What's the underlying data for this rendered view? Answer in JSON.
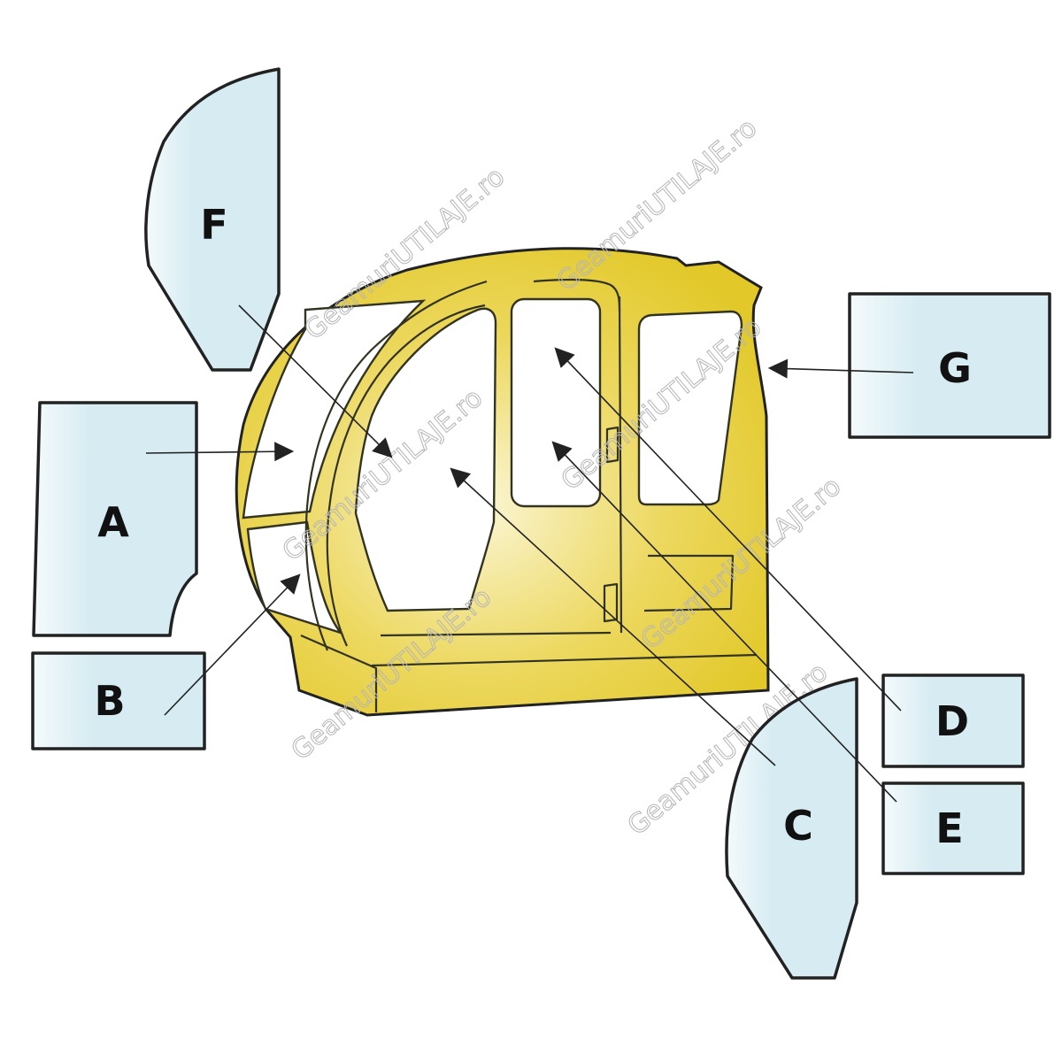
{
  "watermark": "GeamuriUTILAJE.ro",
  "colors": {
    "glass_fill": "#d6ecf2",
    "glass_edge": "#f4fafc",
    "cab_yellow": "#e2c829",
    "cab_light": "#fbf6d6",
    "outline": "#222222"
  },
  "panels": {
    "A": {
      "label": "A"
    },
    "B": {
      "label": "B"
    },
    "C": {
      "label": "C"
    },
    "D": {
      "label": "D"
    },
    "E": {
      "label": "E"
    },
    "F": {
      "label": "F"
    },
    "G": {
      "label": "G"
    }
  }
}
